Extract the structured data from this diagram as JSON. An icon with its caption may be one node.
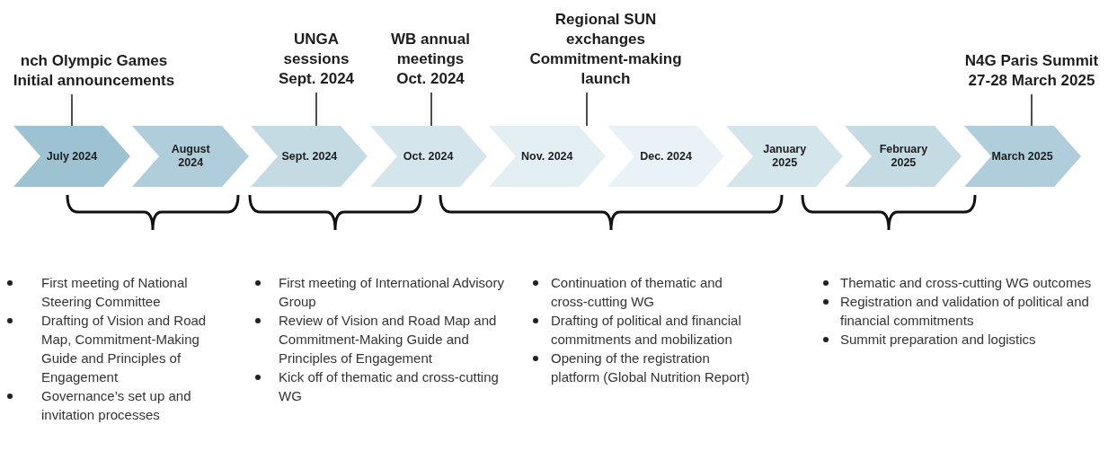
{
  "diagram": {
    "nodes": [
      {
        "text": [
          "nch Olympic Games Initial announcements"
        ]
      },
      {
        "text": [
          "UNGA sessions Sept. 2024"
        ]
      },
      {
        "text": [
          "WB annual meetings Oct. 2024"
        ]
      },
      {
        "text": [
          "Regional SUN exchanges Commitment-making launch"
        ]
      },
      {
        "text": [
          "N4G Paris Summit 27-28 March 2025"
        ]
      },
      {
        "text": [
          "July 2024"
        ]
      },
      {
        "text": [
          "August 2024"
        ]
      },
      {
        "text": [
          "Sept. 2024"
        ]
      },
      {
        "text": [
          "Oct. 2024"
        ]
      },
      {
        "text": [
          "Nov. 2024"
        ]
      },
      {
        "text": [
          "Dec. 2024"
        ]
      },
      {
        "text": [
          "January 2025"
        ]
      },
      {
        "text": [
          "February 2025"
        ]
      },
      {
        "text": [
          "March 2025"
        ]
      }
    ],
    "edges": [
      {
        "from": 0,
        "to": 5,
        "arrow": "none"
      },
      {
        "from": 1,
        "to": 7,
        "arrow": "none"
      },
      {
        "from": 2,
        "to": 8,
        "arrow": "none"
      },
      {
        "from": 3,
        "to": 9,
        "arrow": "none"
      },
      {
        "from": 4,
        "to": 13,
        "arrow": "none"
      }
    ],
    "labels": [
      "First meeting of National Steering Committee",
      "Drafting of Vision and Road Map, Commitment-Making Guide and Principles of Engagement",
      "Governance’s set up and invitation processes",
      "First meeting of International Advisory Group",
      "Review of Vision and Road Map and Commitment-Making Guide and Principles of Engagement",
      "Kick off of thematic and cross-cutting WG",
      "Continuation of thematic and cross-cutting WG",
      "Drafting of political and financial commitments and mobilization",
      "Opening of the registration platform (Global Nutrition Report)",
      "Thematic and cross-cutting WG outcomes",
      "Registration and validation of political and financial commitments",
      "Summit preparation and logistics"
    ]
  }
}
